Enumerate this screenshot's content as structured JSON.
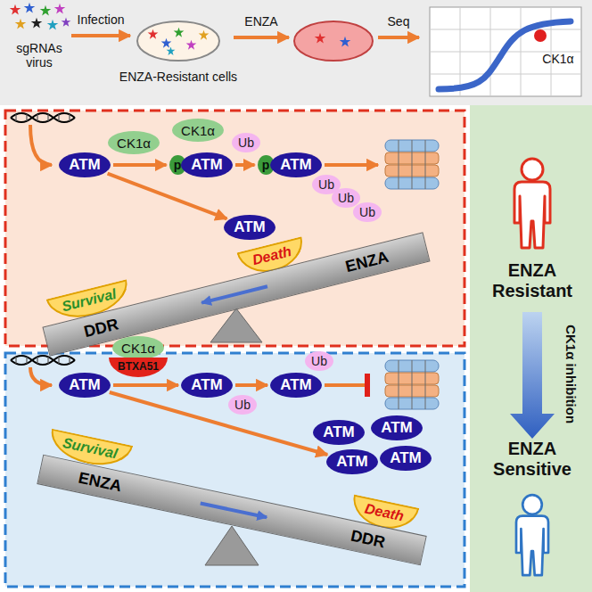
{
  "diagram": {
    "nodes": [
      {
        "text": [
          "ATM"
        ]
      },
      {
        "text": [
          "CK1α"
        ]
      },
      {
        "text": [
          "CK1α"
        ]
      },
      {
        "text": [
          "p"
        ]
      },
      {
        "text": [
          "ATM"
        ]
      },
      {
        "text": [
          "Ub"
        ]
      },
      {
        "text": [
          "p"
        ]
      },
      {
        "text": [
          "ATM"
        ]
      },
      {
        "text": [
          "Ub"
        ]
      },
      {
        "text": [
          "Ub"
        ]
      },
      {
        "text": [
          "Ub"
        ]
      },
      {
        "text": [
          "ATM"
        ]
      },
      {
        "text": [
          "Death"
        ]
      },
      {
        "text": [
          "Survival"
        ]
      },
      {
        "text": [
          "DDR",
          "ENZA"
        ]
      },
      {
        "text": [
          "ATM"
        ]
      },
      {
        "text": [
          "CK1α"
        ]
      },
      {
        "text": [
          "BTXA51"
        ]
      },
      {
        "text": [
          "ATM"
        ]
      },
      {
        "text": [
          "Ub"
        ]
      },
      {
        "text": [
          "ATM"
        ]
      },
      {
        "text": [
          "Ub"
        ]
      },
      {
        "text": [
          "Survival"
        ]
      },
      {
        "text": [
          "ATM"
        ]
      },
      {
        "text": [
          "ATM"
        ]
      },
      {
        "text": [
          "ATM"
        ]
      },
      {
        "text": [
          "ATM"
        ]
      },
      {
        "text": [
          "Death"
        ]
      },
      {
        "text": [
          "ENZA",
          "DDR"
        ]
      }
    ],
    "edges": [
      {
        "from": 0,
        "to": 3,
        "arrow": "to"
      },
      {
        "from": 4,
        "to": 6,
        "arrow": "to"
      },
      {
        "from": 0,
        "to": 11,
        "arrow": "to"
      },
      {
        "from": 15,
        "to": 18,
        "arrow": "to"
      },
      {
        "from": 18,
        "to": 20,
        "arrow": "to"
      },
      {
        "from": 15,
        "to": 25,
        "arrow": "to"
      }
    ],
    "labels": [
      "sgRNAs virus",
      "Infection",
      "ENZA-Resistant cells",
      "ENZA",
      "Seq",
      "CK1α",
      "ENZA Resistant",
      "CK1α inhibition",
      "ENZA Sensitive"
    ]
  }
}
